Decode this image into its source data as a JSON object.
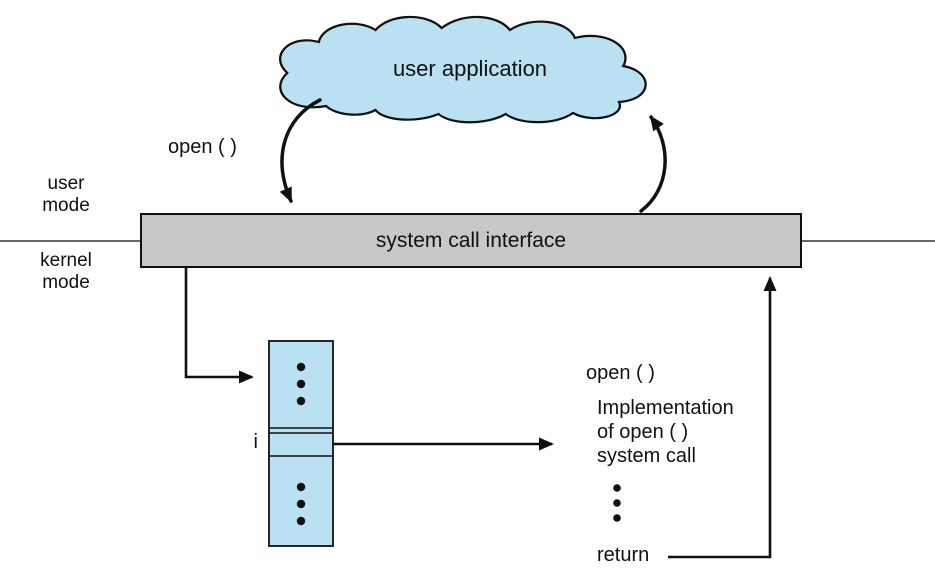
{
  "labels": {
    "cloud": "user application",
    "open_call": "open ( )",
    "user_mode": "user\nmode",
    "kernel_mode": "kernel\nmode",
    "system_call_interface": "system call interface",
    "index_i": "i",
    "impl_open": "open ( )",
    "impl_text": "Implementation\nof open ( )\nsystem call",
    "return_label": "return"
  },
  "colors": {
    "cloud_fill": "#b9e1f2",
    "table_fill": "#b9e1f2",
    "bar_fill": "#c8c8c8",
    "stroke": "#111111"
  }
}
